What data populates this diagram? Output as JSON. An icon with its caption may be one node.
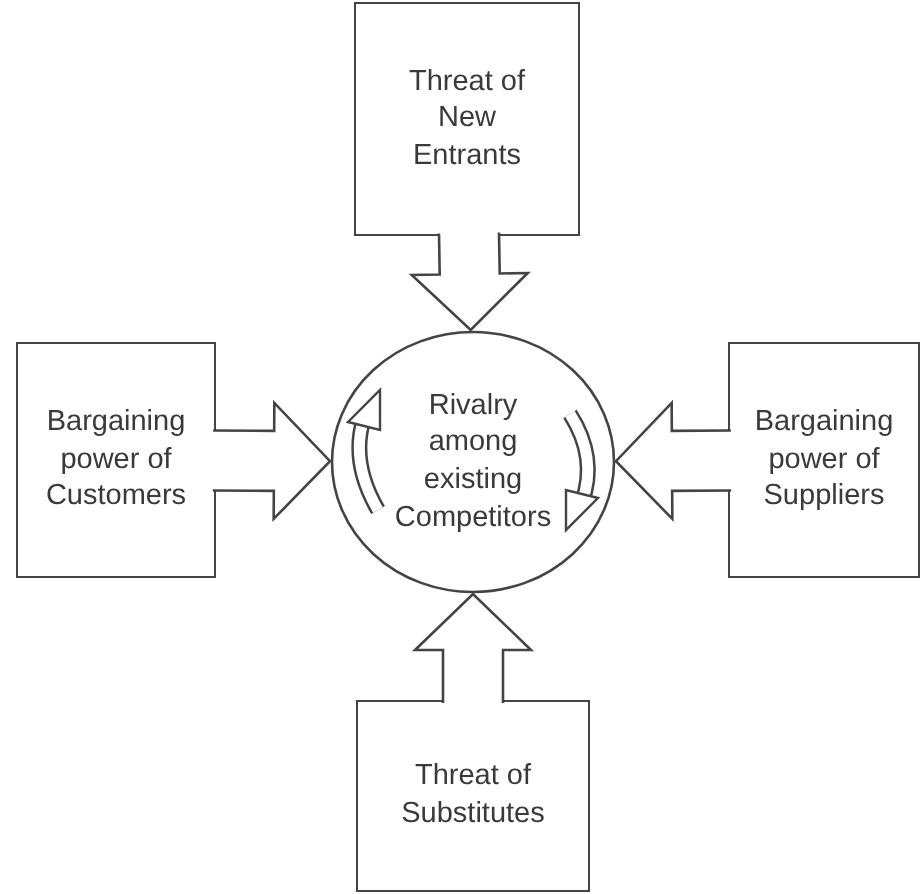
{
  "diagram": {
    "nodes": [
      {
        "text": [
          "Threat of New Entrants"
        ]
      },
      {
        "text": [
          "Bargaining power of Customers"
        ]
      },
      {
        "text": [
          "Rivalry among existing Competitors"
        ]
      },
      {
        "text": [
          "Bargaining power of Suppliers"
        ]
      },
      {
        "text": [
          "Threat of Substitutes"
        ]
      }
    ],
    "edges": [
      {
        "from": 0,
        "to": 2,
        "arrow": "to"
      },
      {
        "from": 1,
        "to": 2,
        "arrow": "to"
      },
      {
        "from": 3,
        "to": 2,
        "arrow": "to"
      },
      {
        "from": 4,
        "to": 2,
        "arrow": "to"
      }
    ]
  }
}
